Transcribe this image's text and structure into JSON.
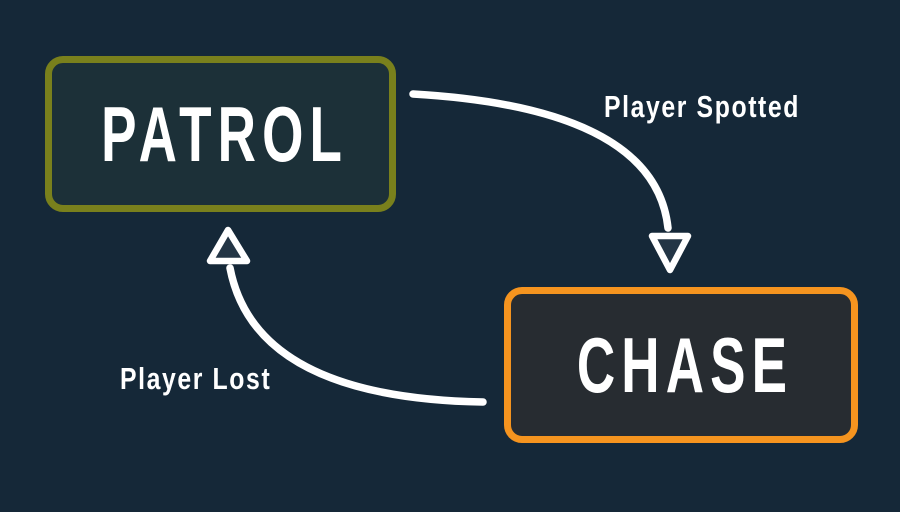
{
  "diagram": {
    "type": "state-machine",
    "description_visible_text_only": true
  },
  "colors": {
    "background": "#152838",
    "arrow": "#ffffff",
    "arrowhead_fill": "#233545",
    "text": "#ffffff",
    "patrol_border": "#79801c",
    "patrol_fill": "#1c3038",
    "chase_border": "#f5941f",
    "chase_fill": "#272c31"
  },
  "nodes": {
    "patrol": {
      "label": "PATROL"
    },
    "chase": {
      "label": "CHASE"
    }
  },
  "transitions": {
    "spotted": {
      "label": "Player Spotted",
      "from": "PATROL",
      "to": "CHASE"
    },
    "lost": {
      "label": "Player Lost",
      "from": "CHASE",
      "to": "PATROL"
    }
  }
}
